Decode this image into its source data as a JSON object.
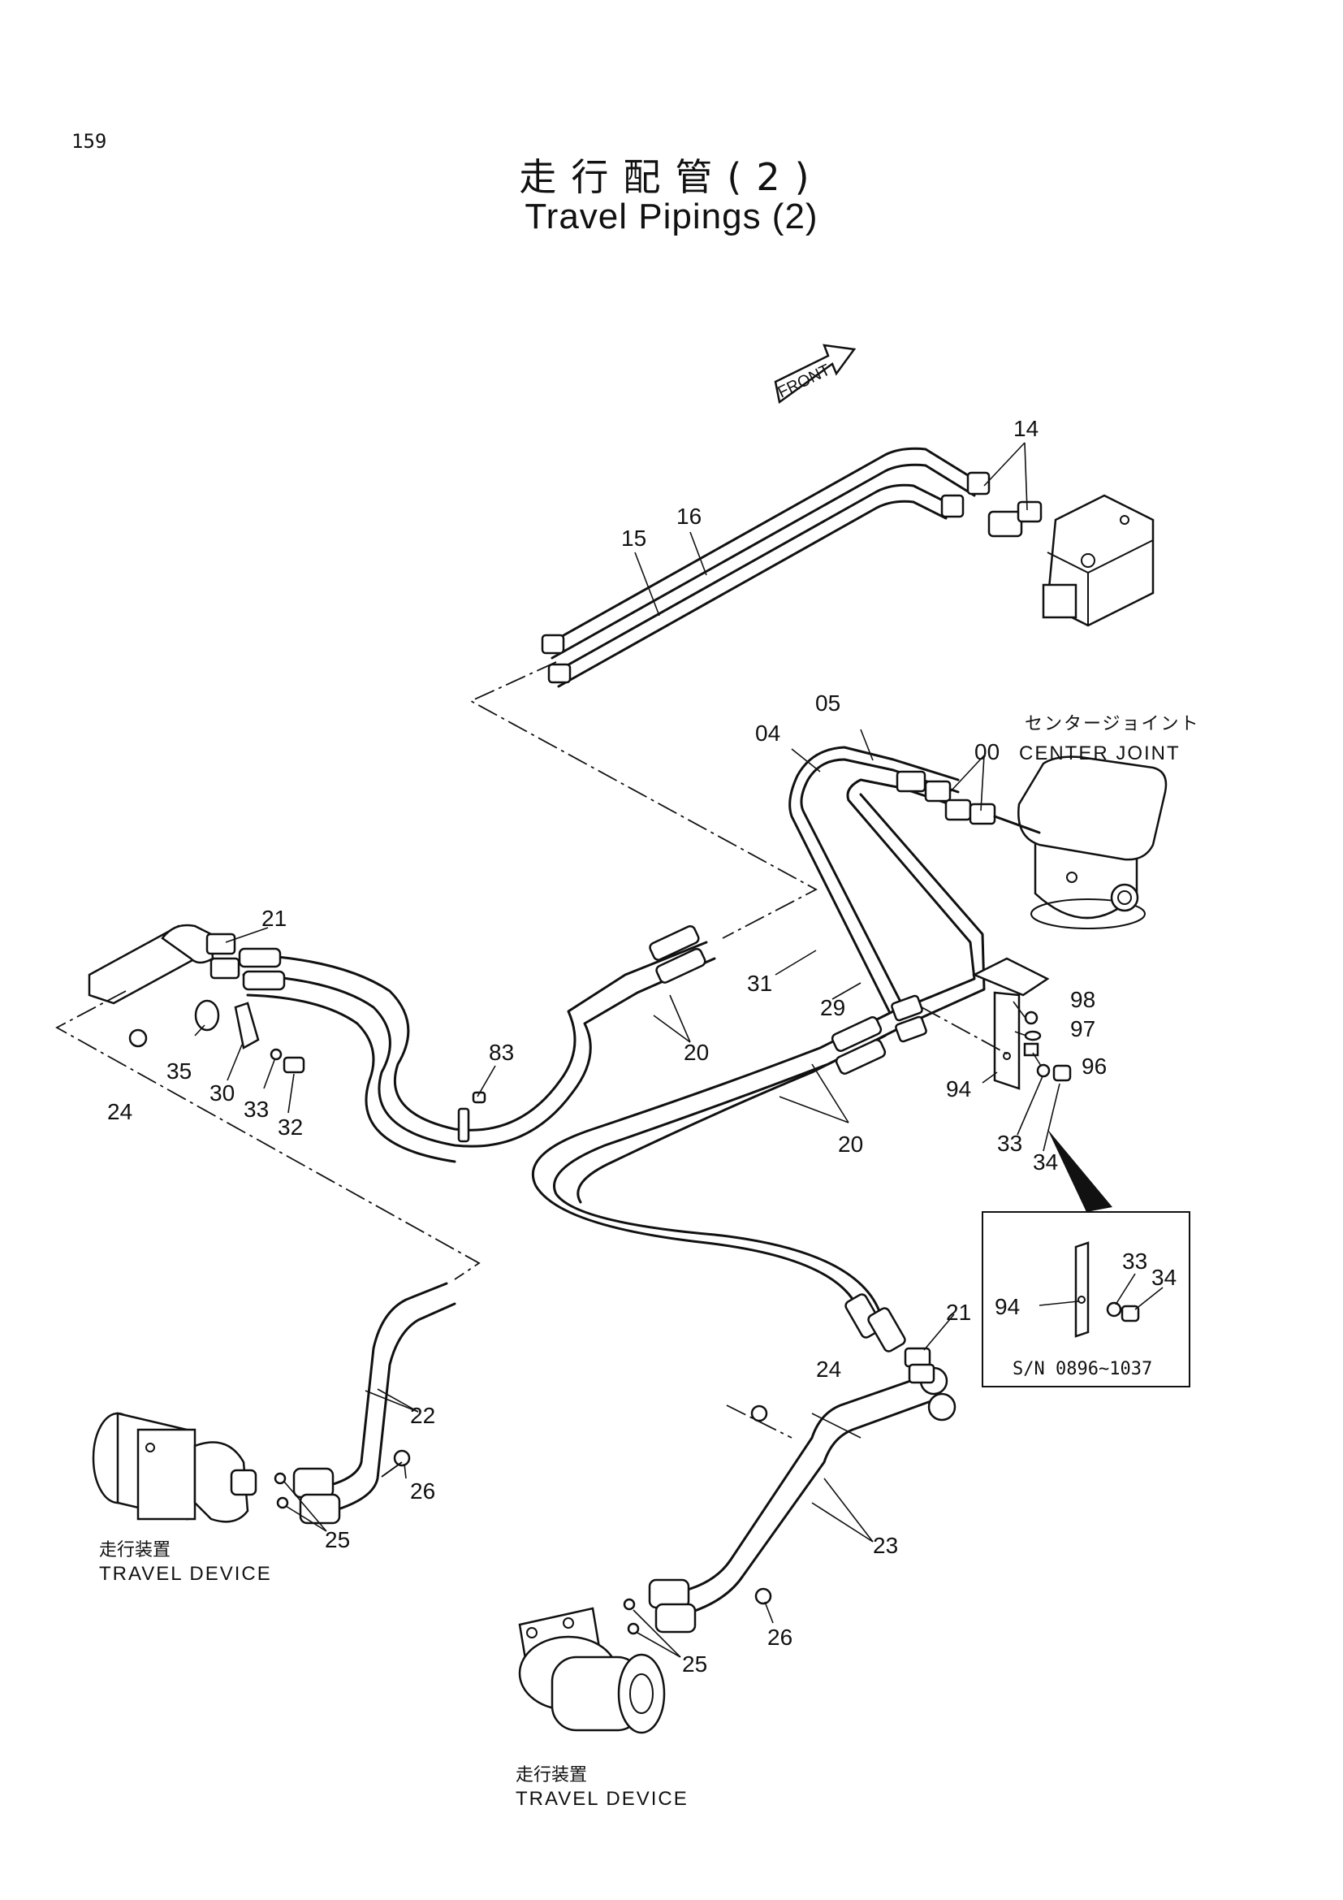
{
  "page": {
    "number": "159",
    "title_jp": "走行配管(2)",
    "title_en": "Travel Pipings (2)"
  },
  "direction": {
    "label": "FRONT"
  },
  "components": {
    "center_joint_jp": "センタージョイント",
    "center_joint_en": "CENTER JOINT",
    "center_joint_ref": "00",
    "travel_device_jp": "走行装置",
    "travel_device_en": "TRAVEL DEVICE"
  },
  "inset": {
    "serial_range": "S/N 0896~1037",
    "callouts": [
      "94",
      "33",
      "34"
    ]
  },
  "callouts": {
    "c14": "14",
    "c15": "15",
    "c16": "16",
    "c04": "04",
    "c05": "05",
    "c21a": "21",
    "c21b": "21",
    "c31": "31",
    "c29": "29",
    "c20a": "20",
    "c20b": "20",
    "c98": "98",
    "c97": "97",
    "c96": "96",
    "c94": "94",
    "c33a": "33",
    "c34": "34",
    "c35": "35",
    "c30": "30",
    "c33b": "33",
    "c32": "32",
    "c24a": "24",
    "c83": "83",
    "c22": "22",
    "c26a": "26",
    "c25a": "25",
    "c24b": "24",
    "c23": "23",
    "c26b": "26",
    "c25b": "25"
  }
}
